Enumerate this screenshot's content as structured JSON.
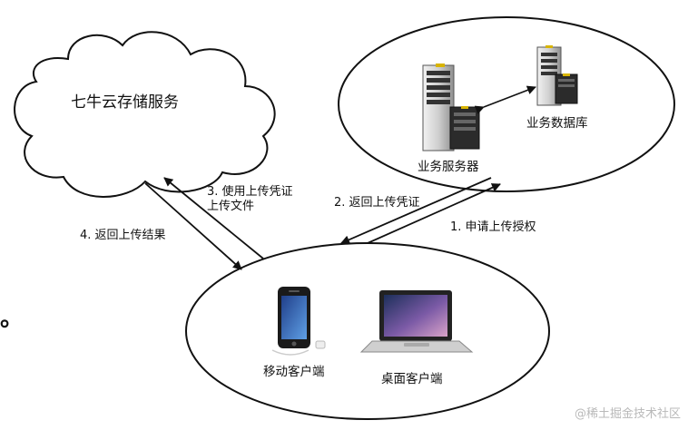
{
  "nodes": {
    "cloud": {
      "label": "七牛云存储服务"
    },
    "server_group": {
      "business_server": "业务服务器",
      "business_db": "业务数据库"
    },
    "client_group": {
      "mobile_client": "移动客户端",
      "desktop_client": "桌面客户端"
    }
  },
  "edges": {
    "request_auth": "1. 申请上传授权",
    "return_token": "2. 返回上传凭证",
    "upload_with_token_line1": "3. 使用上传凭证",
    "upload_with_token_line2": "上传文件",
    "return_result": "4. 返回上传结果"
  },
  "stray_glyph": "。",
  "watermark": "@稀土掘金技术社区",
  "colors": {
    "outline": "#111111",
    "server_dark": "#2b2b2b",
    "server_light": "#d9d9d9",
    "server_accent": "#d8b400",
    "watermark": "#b9b9b9"
  }
}
